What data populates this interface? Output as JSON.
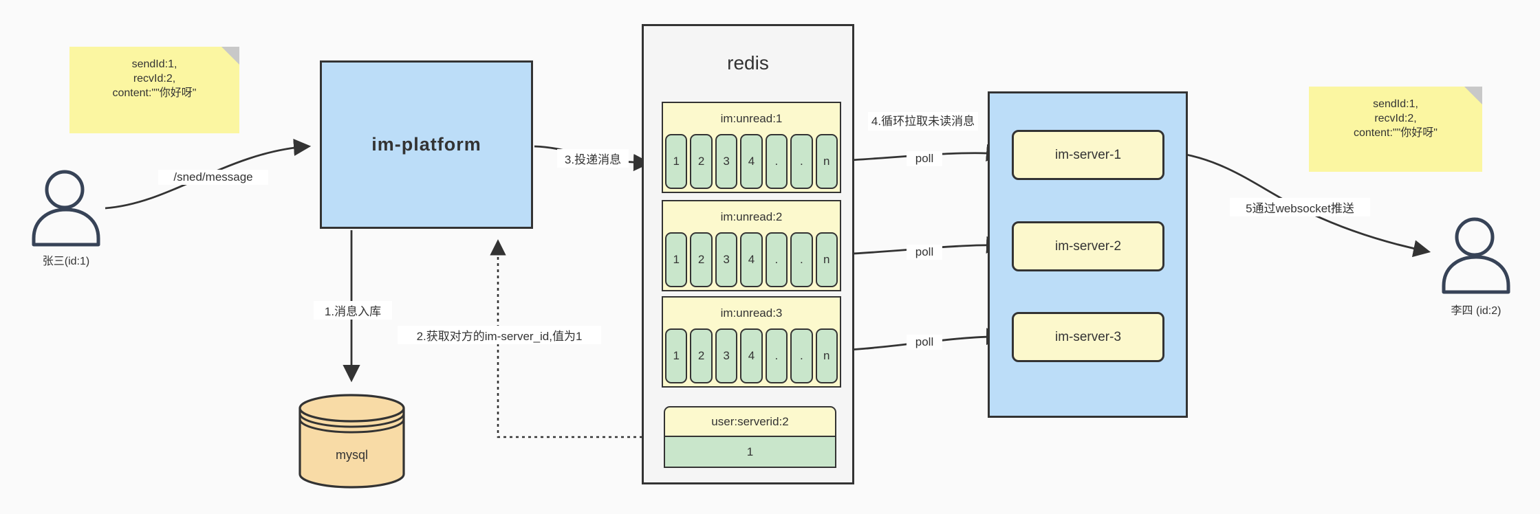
{
  "colors": {
    "background": "#fafafa",
    "blue_fill": "#bcddf8",
    "sticky_yellow": "#fbf6a1",
    "box_yellow": "#fcf9cd",
    "cell_green": "#c9e6cb",
    "db_tan": "#f8dba6",
    "container_gray": "#f5f5f5",
    "line_dark": "#333333",
    "person_stroke": "#374357"
  },
  "sticky_left": {
    "line1": "sendId:1,",
    "line2": "recvId:2,",
    "line3": "content:\"\"你好呀\""
  },
  "sticky_right": {
    "line1": "sendId:1,",
    "line2": "recvId:2,",
    "line3": "content:\"\"你好呀\""
  },
  "actors": {
    "sender": {
      "label": "张三(id:1)"
    },
    "receiver": {
      "label": "李四 (id:2)"
    }
  },
  "platform": {
    "label": "im-platform"
  },
  "database": {
    "label": "mysql"
  },
  "redis": {
    "title": "redis",
    "queues": [
      {
        "header": "im:unread:1",
        "cells": [
          "1",
          "2",
          "3",
          "4",
          ".",
          ".",
          "n"
        ]
      },
      {
        "header": "im:unread:2",
        "cells": [
          "1",
          "2",
          "3",
          "4",
          ".",
          ".",
          "n"
        ]
      },
      {
        "header": "im:unread:3",
        "cells": [
          "1",
          "2",
          "3",
          "4",
          ".",
          ".",
          "n"
        ]
      }
    ],
    "server_map": {
      "header": "user:serverid:2",
      "value": "1"
    }
  },
  "servers": {
    "items": [
      {
        "label": "im-server-1"
      },
      {
        "label": "im-server-2"
      },
      {
        "label": "im-server-3"
      }
    ]
  },
  "edges": {
    "send": "/sned/message",
    "step1": "1.消息入库",
    "step2": "2.获取对方的im-server_id,值为1",
    "step3": "3.投递消息",
    "step4": "4.循环拉取未读消息",
    "step5": "5通过websocket推送",
    "poll": "poll"
  }
}
